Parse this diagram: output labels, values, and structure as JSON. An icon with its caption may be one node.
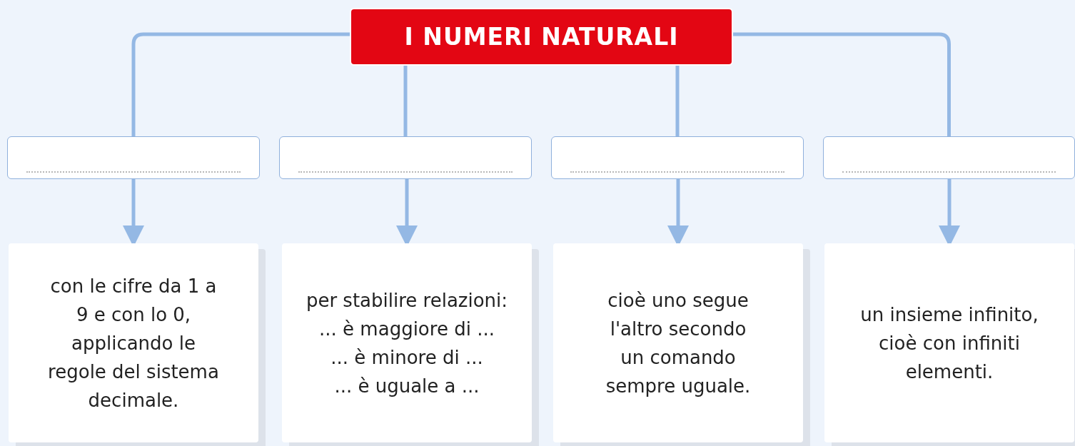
{
  "diagram": {
    "nodes": [
      {
        "text": [
          "I NUMERI NATURALI"
        ]
      },
      {
        "text": [],
        "shape": "box"
      },
      {
        "text": [],
        "shape": "box"
      },
      {
        "text": [],
        "shape": "box"
      },
      {
        "text": [],
        "shape": "box"
      },
      {
        "text": [
          "con le cifre da 1 a 9 e con lo 0, applicando le regole del sistema decimale."
        ]
      },
      {
        "text": [
          "per stabilire relazioni:",
          "... è maggiore di ...",
          "... è minore di ...",
          "... è uguale a ..."
        ]
      },
      {
        "text": [
          "cioè uno segue l'altro secondo un comando sempre uguale."
        ]
      },
      {
        "text": [
          "un insieme infinito, cioè con infiniti elementi."
        ]
      }
    ],
    "edges": [
      {
        "from": 0,
        "to": 1,
        "arrow": "none"
      },
      {
        "from": 0,
        "to": 2,
        "arrow": "none"
      },
      {
        "from": 0,
        "to": 3,
        "arrow": "none"
      },
      {
        "from": 0,
        "to": 4,
        "arrow": "none"
      },
      {
        "from": 1,
        "to": 5,
        "arrow": "to"
      },
      {
        "from": 2,
        "to": 6,
        "arrow": "to"
      },
      {
        "from": 3,
        "to": 7,
        "arrow": "to"
      },
      {
        "from": 4,
        "to": 8,
        "arrow": "to"
      }
    ]
  }
}
